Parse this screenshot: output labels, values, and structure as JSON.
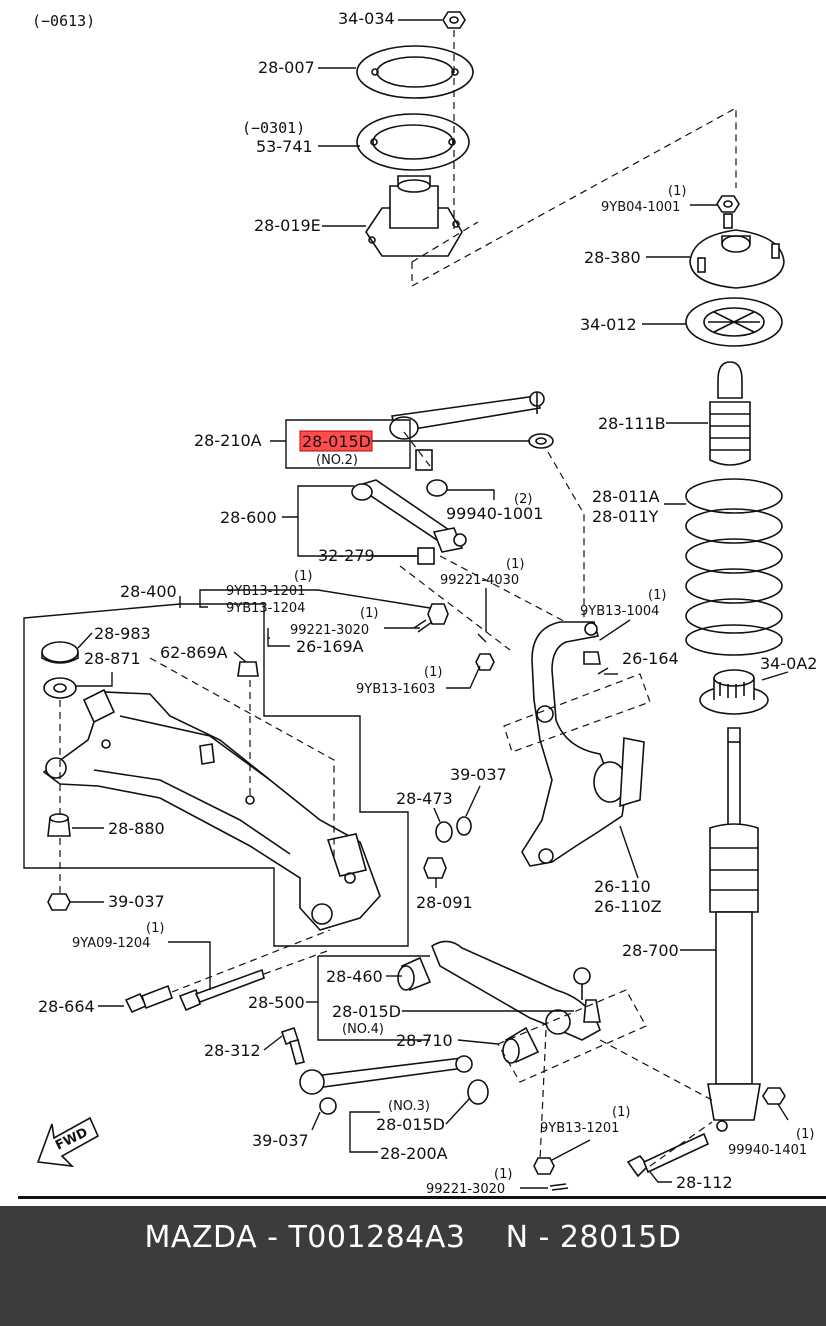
{
  "header_note": "(−0613)",
  "colors": {
    "highlight": "#ff4d4d",
    "footer_bg": "#3c3c3c",
    "footer_text": "#ffffff"
  },
  "labels": {
    "p34_034": "34-034",
    "p28_007": "28-007",
    "note_0301": "(−0301)",
    "p53_741": "53-741",
    "p28_019E": "28-019E",
    "p9YB04_1001_qty": "(1)",
    "p9YB04_1001": "9YB04-1001",
    "p28_380": "28-380",
    "p34_012": "34-012",
    "p28_111B": "28-111B",
    "p28_210A": "28-210A",
    "p28_015D_no2": "28-015D",
    "no2": "(NO.2)",
    "p28_011A": "28-011A",
    "p28_011Y": "28-011Y",
    "p99940_1001_qty": "(2)",
    "p99940_1001": "99940-1001",
    "p28_600": "28-600",
    "p32_279": "32-279",
    "p99221_4030_qty": "(1)",
    "p99221_4030": "99221-4030",
    "p28_400": "28-400",
    "p9YB13_1201_qty_a": "(1)",
    "p9YB13_1201_a": "9YB13-1201",
    "p9YB13_1204": "9YB13-1204",
    "p9YB13_1004_qty": "(1)",
    "p9YB13_1004": "9YB13-1004",
    "p28_983": "28-983",
    "p99221_3020_qty_a": "(1)",
    "p99221_3020_a": "99221-3020",
    "p26_169A": "26-169A",
    "p62_869A": "62-869A",
    "p28_871": "28-871",
    "p26_164": "26-164",
    "p34_0A2": "34-0A2",
    "p9YB13_1603_qty": "(1)",
    "p9YB13_1603": "9YB13-1603",
    "p39_037_a": "39-037",
    "p28_473": "28-473",
    "p28_880": "28-880",
    "p26_110": "26-110",
    "p26_110Z": "26-110Z",
    "p28_091": "28-091",
    "p39_037_b": "39-037",
    "p9YA09_1204_qty": "(1)",
    "p9YA09_1204": "9YA09-1204",
    "p28_700": "28-700",
    "p28_460": "28-460",
    "p28_664": "28-664",
    "p28_500": "28-500",
    "p28_015D_no4": "28-015D",
    "no4": "(NO.4)",
    "p28_710": "28-710",
    "p28_312": "28-312",
    "no3": "(NO.3)",
    "p28_015D_no3": "28-015D",
    "p39_037_c": "39-037",
    "p28_200A": "28-200A",
    "p9YB13_1201_qty_b": "(1)",
    "p9YB13_1201_b": "9YB13-1201",
    "p99940_1401_qty": "(1)",
    "p99940_1401": "99940-1401",
    "p99221_3020_qty_b": "(1)",
    "p99221_3020_b": "99221-3020",
    "p28_112": "28-112",
    "fwd": "FWD"
  },
  "footer": {
    "caption": "MAZDA - T001284A3    N - 28015D"
  }
}
